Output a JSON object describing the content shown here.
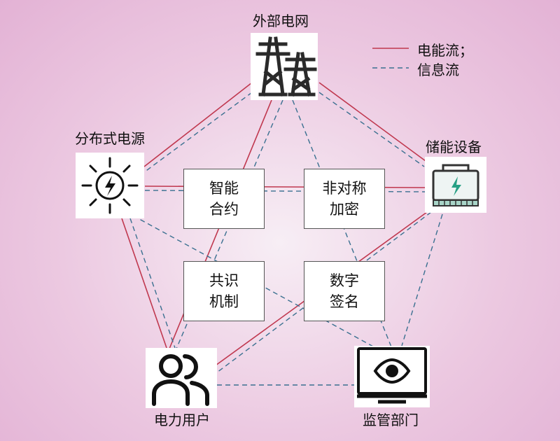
{
  "colors": {
    "energy_flow": "#c0384f",
    "info_flow": "#3a7090",
    "node_border": "#555555"
  },
  "legend": {
    "energy_label": "电能流；",
    "info_label": "信息流"
  },
  "nodes": {
    "grid": {
      "label": "外部电网",
      "icon": "power-tower-icon"
    },
    "solar": {
      "label": "分布式电源",
      "icon": "solar-sun-icon"
    },
    "storage": {
      "label": "储能设备",
      "icon": "battery-icon"
    },
    "users": {
      "label": "电力用户",
      "icon": "users-icon"
    },
    "regulator": {
      "label": "监管部门",
      "icon": "monitor-eye-icon"
    }
  },
  "mechanisms": {
    "smart_contract": {
      "line1": "智能",
      "line2": "合约"
    },
    "encryption": {
      "line1": "非对称",
      "line2": "加密"
    },
    "consensus": {
      "line1": "共识",
      "line2": "机制"
    },
    "signature": {
      "line1": "数字",
      "line2": "签名"
    }
  }
}
